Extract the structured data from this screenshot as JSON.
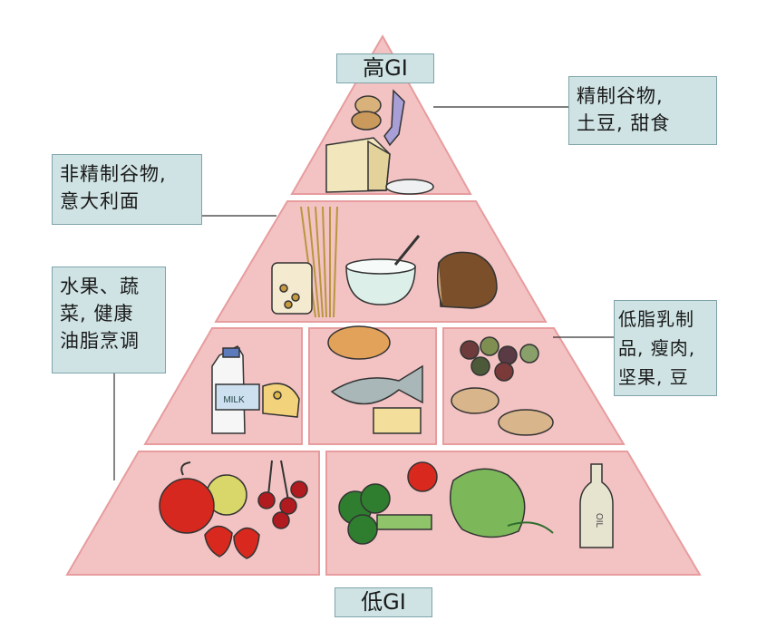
{
  "labels": {
    "high_gi": "高GI",
    "low_gi": "低GI"
  },
  "callouts": {
    "refined": {
      "lines": [
        "精制谷物,",
        "土豆, 甜食"
      ]
    },
    "unrefined": {
      "lines": [
        "非精制谷物,",
        "意大利面"
      ]
    },
    "produce": {
      "lines": [
        "水果、蔬",
        "菜, 健康",
        "油脂烹调"
      ]
    },
    "protein": {
      "lines": [
        "低脂乳制",
        "品, 瘦肉,",
        "坚果, 豆"
      ]
    }
  },
  "food_items": {
    "milk_label": "MILK",
    "oil_label": "OIL"
  },
  "colors": {
    "tier_fill": "#f3c3c3",
    "tier_border": "#e79c9e",
    "callout_fill": "#cfe3e4",
    "callout_border": "#7ea4aa"
  }
}
